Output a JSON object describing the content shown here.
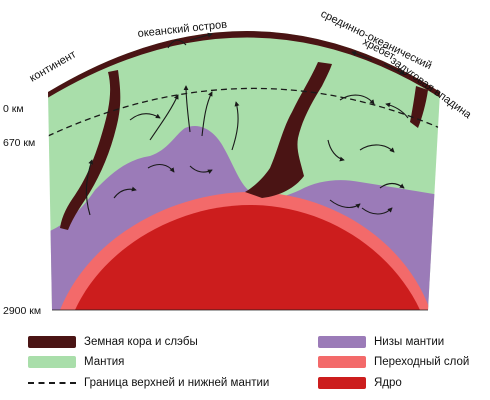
{
  "labels": {
    "continent": "континент",
    "ocean_island": "океанский остров",
    "mid_ridge_1": "срединно-океанический",
    "mid_ridge_2": "хребет",
    "back_arc": "задуговая впадина"
  },
  "depths": {
    "d0": "0 км",
    "d670": "670 км",
    "d2900": "2900 км"
  },
  "legend": {
    "crust": "Земная кора и слэбы",
    "mantle": "Мантия",
    "boundary": "Граница верхней и нижней мантии",
    "lower_mantle": "Низы мантии",
    "transition": "Переходный слой",
    "core": "Ядро"
  },
  "colors": {
    "crust": "#4a1414",
    "mantle": "#a9deaa",
    "lower_mantle": "#9b7bb8",
    "transition": "#f36a6a",
    "core": "#cc1d1d"
  }
}
